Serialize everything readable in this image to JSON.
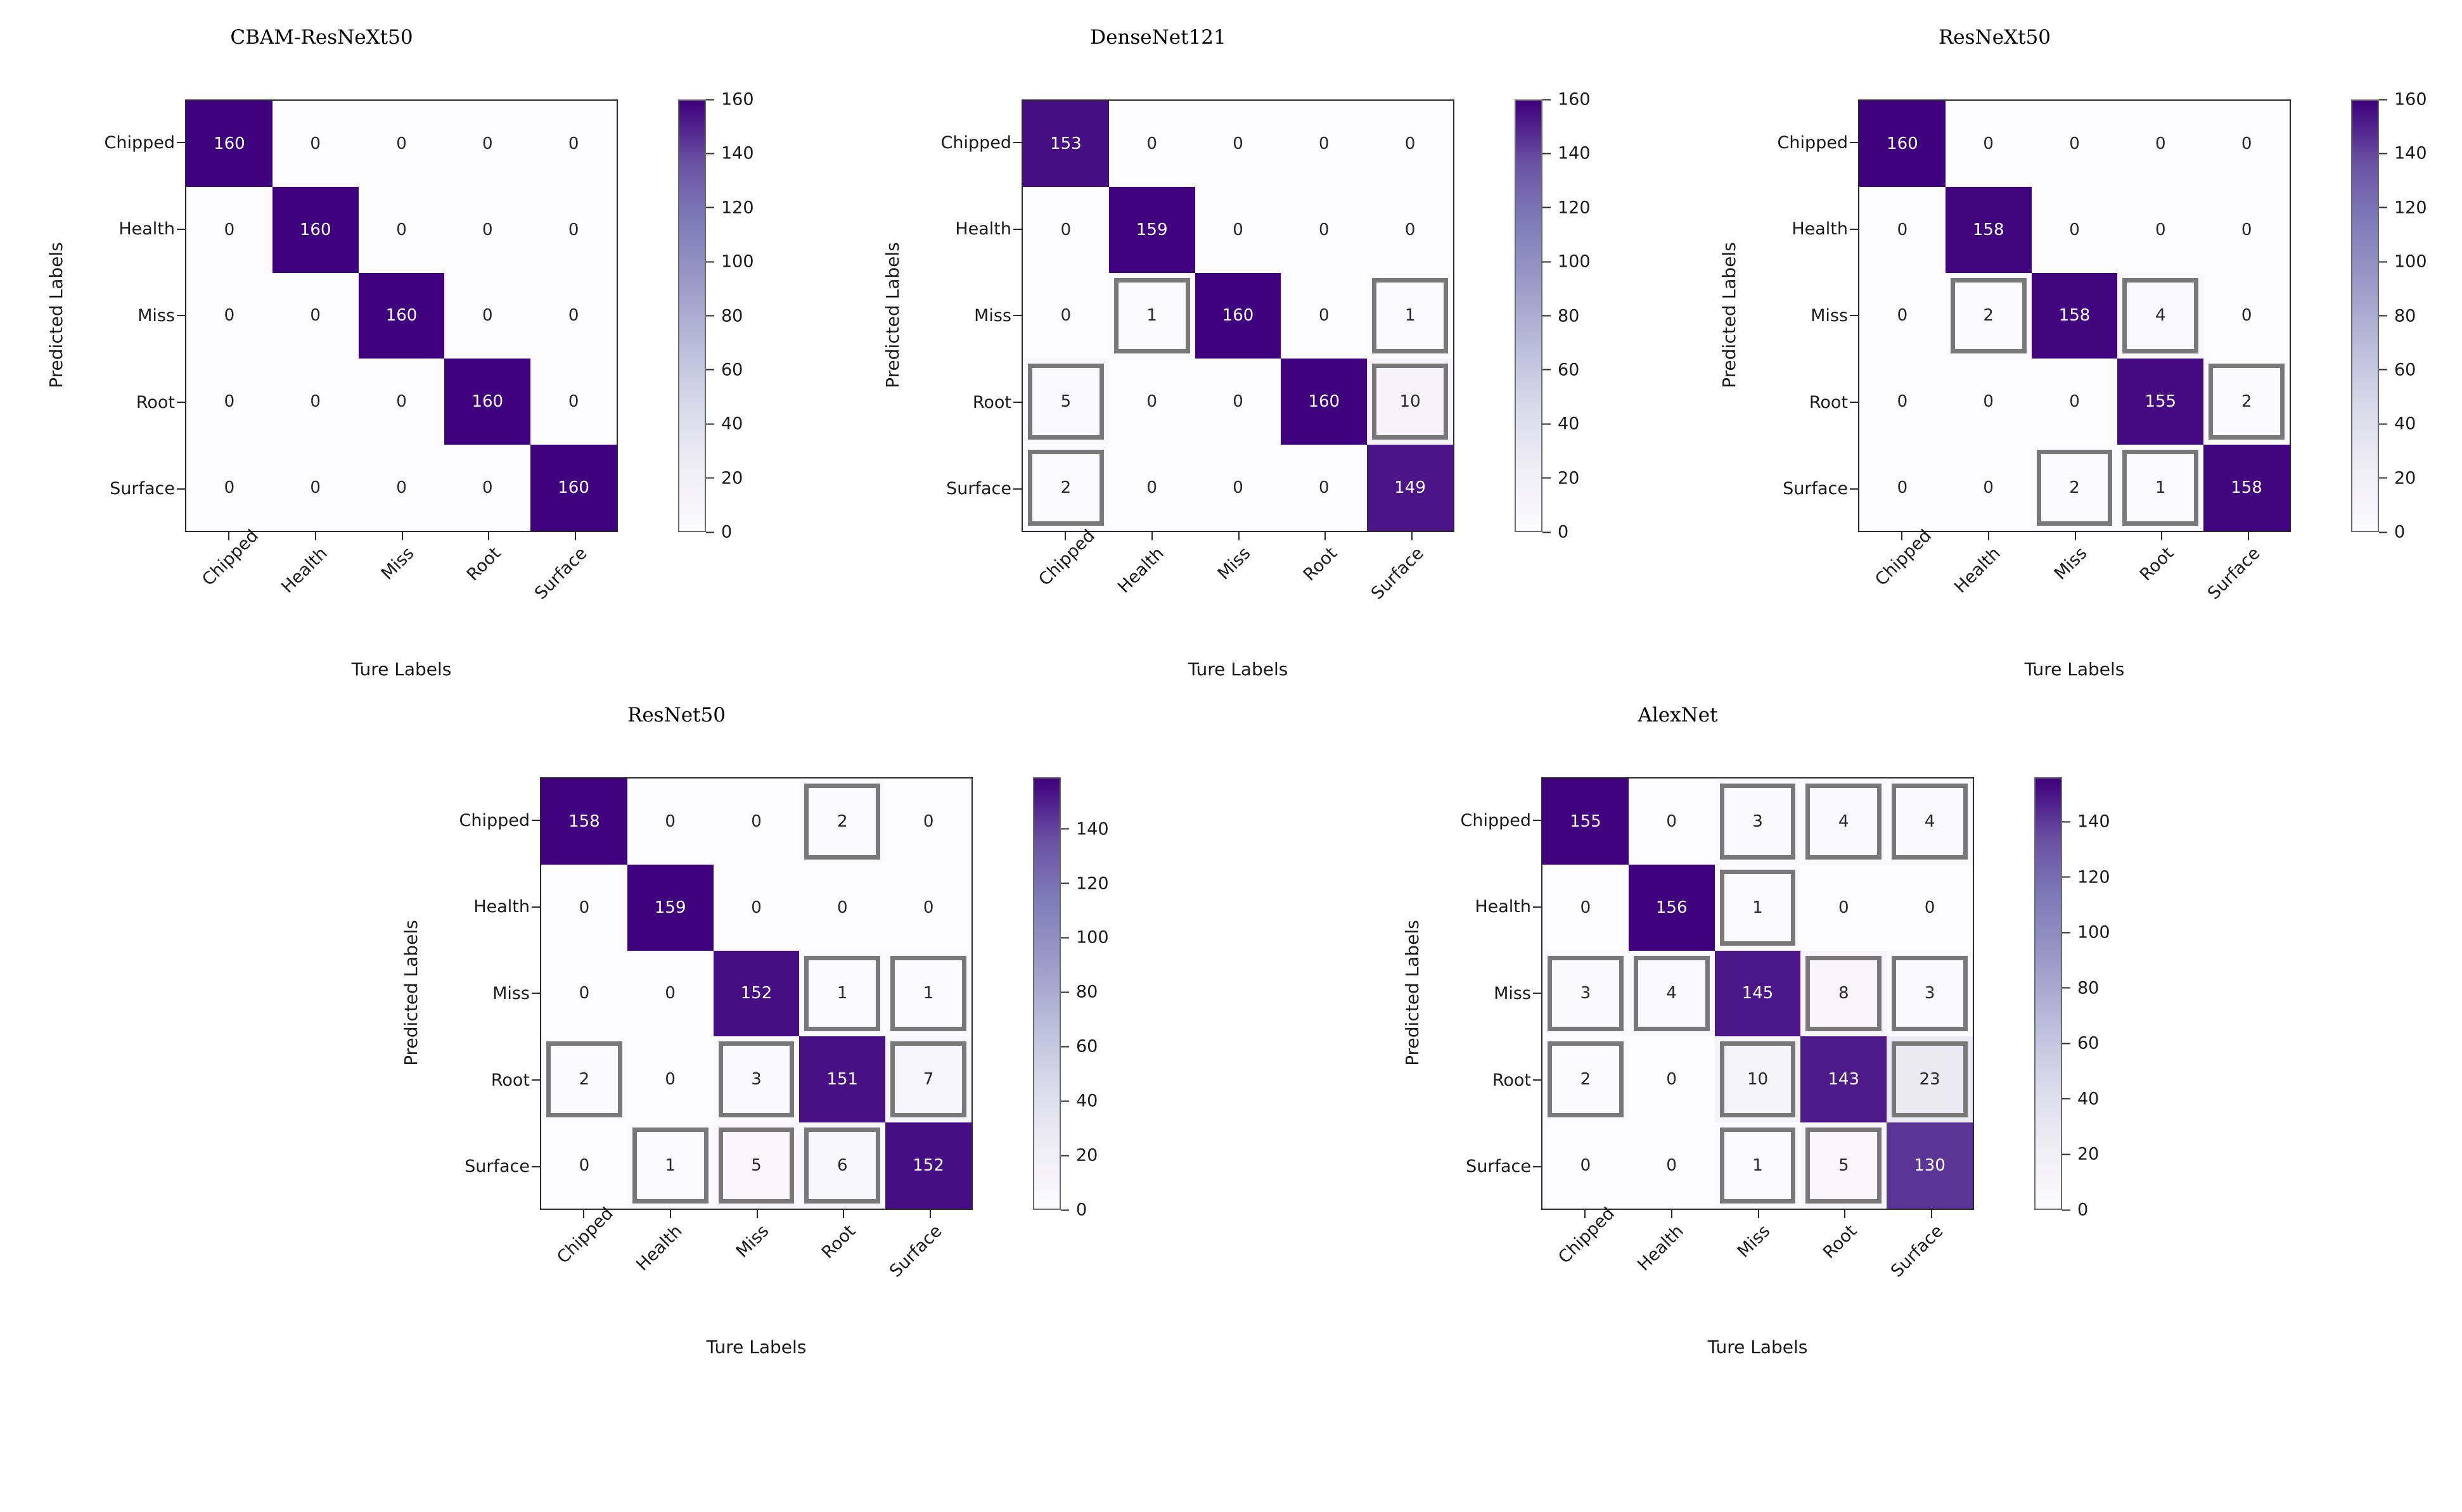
{
  "figure": {
    "axis_x_title": "Ture Labels",
    "axis_y_title": "Predicted Labels",
    "classes": [
      "Chipped",
      "Health",
      "Miss",
      "Root",
      "Surface"
    ],
    "colormap": "Purples",
    "colors": {
      "cmap_max": "#3f007d",
      "cmap_min": "#fcfbfd",
      "highlight_box": "#787878",
      "axis_line": "#2b2b2b",
      "text": "#1a1a1a"
    }
  },
  "chart_data": [
    {
      "type": "heatmap",
      "title": "CBAM-ResNeXt50",
      "xlabel": "Ture Labels",
      "ylabel": "Predicted Labels",
      "xticklabels": [
        "Chipped",
        "Health",
        "Miss",
        "Root",
        "Surface"
      ],
      "yticklabels": [
        "Chipped",
        "Health",
        "Miss",
        "Root",
        "Surface"
      ],
      "values": [
        [
          160,
          0,
          0,
          0,
          0
        ],
        [
          0,
          160,
          0,
          0,
          0
        ],
        [
          0,
          0,
          160,
          0,
          0
        ],
        [
          0,
          0,
          0,
          160,
          0
        ],
        [
          0,
          0,
          0,
          0,
          160
        ]
      ],
      "highlighted": [],
      "vmin": 0,
      "vmax": 160,
      "colorbar_ticks": [
        0,
        20,
        40,
        60,
        80,
        100,
        120,
        140,
        160
      ],
      "grid": false,
      "legend": "colorbar-right"
    },
    {
      "type": "heatmap",
      "title": "DenseNet121",
      "xlabel": "Ture Labels",
      "ylabel": "Predicted Labels",
      "xticklabels": [
        "Chipped",
        "Health",
        "Miss",
        "Root",
        "Surface"
      ],
      "yticklabels": [
        "Chipped",
        "Health",
        "Miss",
        "Root",
        "Surface"
      ],
      "values": [
        [
          153,
          0,
          0,
          0,
          0
        ],
        [
          0,
          159,
          0,
          0,
          0
        ],
        [
          0,
          1,
          160,
          0,
          1
        ],
        [
          5,
          0,
          0,
          160,
          10
        ],
        [
          2,
          0,
          0,
          0,
          149
        ]
      ],
      "highlighted": [
        [
          2,
          1
        ],
        [
          2,
          4
        ],
        [
          3,
          0
        ],
        [
          3,
          4
        ],
        [
          4,
          0
        ]
      ],
      "vmin": 0,
      "vmax": 160,
      "colorbar_ticks": [
        0,
        20,
        40,
        60,
        80,
        100,
        120,
        140,
        160
      ],
      "grid": false,
      "legend": "colorbar-right"
    },
    {
      "type": "heatmap",
      "title": "ResNeXt50",
      "xlabel": "Ture Labels",
      "ylabel": "Predicted Labels",
      "xticklabels": [
        "Chipped",
        "Health",
        "Miss",
        "Root",
        "Surface"
      ],
      "yticklabels": [
        "Chipped",
        "Health",
        "Miss",
        "Root",
        "Surface"
      ],
      "values": [
        [
          160,
          0,
          0,
          0,
          0
        ],
        [
          0,
          158,
          0,
          0,
          0
        ],
        [
          0,
          2,
          158,
          4,
          0
        ],
        [
          0,
          0,
          0,
          155,
          2
        ],
        [
          0,
          0,
          2,
          1,
          158
        ]
      ],
      "highlighted": [
        [
          2,
          1
        ],
        [
          2,
          3
        ],
        [
          3,
          4
        ],
        [
          4,
          2
        ],
        [
          4,
          3
        ]
      ],
      "vmin": 0,
      "vmax": 160,
      "colorbar_ticks": [
        0,
        20,
        40,
        60,
        80,
        100,
        120,
        140,
        160
      ],
      "grid": false,
      "legend": "colorbar-right"
    },
    {
      "type": "heatmap",
      "title": "ResNet50",
      "xlabel": "Ture Labels",
      "ylabel": "Predicted Labels",
      "xticklabels": [
        "Chipped",
        "Health",
        "Miss",
        "Root",
        "Surface"
      ],
      "yticklabels": [
        "Chipped",
        "Health",
        "Miss",
        "Root",
        "Surface"
      ],
      "values": [
        [
          158,
          0,
          0,
          2,
          0
        ],
        [
          0,
          159,
          0,
          0,
          0
        ],
        [
          0,
          0,
          152,
          1,
          1
        ],
        [
          2,
          0,
          3,
          151,
          7
        ],
        [
          0,
          1,
          5,
          6,
          152
        ]
      ],
      "highlighted": [
        [
          0,
          3
        ],
        [
          2,
          3
        ],
        [
          2,
          4
        ],
        [
          3,
          0
        ],
        [
          3,
          2
        ],
        [
          3,
          4
        ],
        [
          4,
          1
        ],
        [
          4,
          2
        ],
        [
          4,
          3
        ]
      ],
      "vmin": 0,
      "vmax": 159,
      "colorbar_ticks": [
        0,
        20,
        40,
        60,
        80,
        100,
        120,
        140
      ],
      "grid": false,
      "legend": "colorbar-right"
    },
    {
      "type": "heatmap",
      "title": "AlexNet",
      "xlabel": "Ture Labels",
      "ylabel": "Predicted Labels",
      "xticklabels": [
        "Chipped",
        "Health",
        "Miss",
        "Root",
        "Surface"
      ],
      "yticklabels": [
        "Chipped",
        "Health",
        "Miss",
        "Root",
        "Surface"
      ],
      "values": [
        [
          155,
          0,
          3,
          4,
          4
        ],
        [
          0,
          156,
          1,
          0,
          0
        ],
        [
          3,
          4,
          145,
          8,
          3
        ],
        [
          2,
          0,
          10,
          143,
          23
        ],
        [
          0,
          0,
          1,
          5,
          130
        ]
      ],
      "highlighted": [
        [
          0,
          2
        ],
        [
          0,
          3
        ],
        [
          0,
          4
        ],
        [
          1,
          2
        ],
        [
          2,
          0
        ],
        [
          2,
          1
        ],
        [
          2,
          3
        ],
        [
          2,
          4
        ],
        [
          3,
          0
        ],
        [
          3,
          2
        ],
        [
          3,
          4
        ],
        [
          4,
          2
        ],
        [
          4,
          3
        ]
      ],
      "vmin": 0,
      "vmax": 156,
      "colorbar_ticks": [
        0,
        20,
        40,
        60,
        80,
        100,
        120,
        140
      ],
      "grid": false,
      "legend": "colorbar-right"
    }
  ]
}
